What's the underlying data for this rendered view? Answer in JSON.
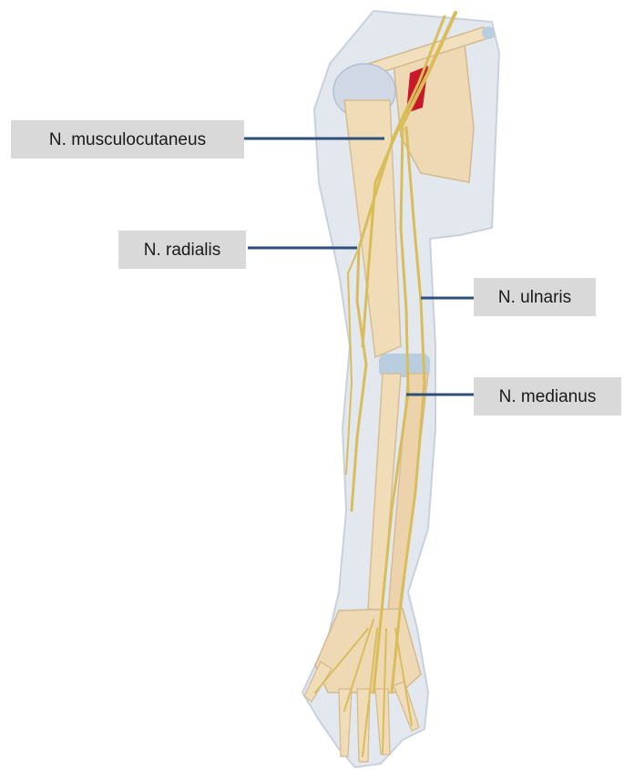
{
  "labels": {
    "musculocutaneus": "N. musculocutaneus",
    "radialis": "N. radialis",
    "ulnaris": "N. ulnaris",
    "medianus": "N. medianus"
  },
  "colors": {
    "skin_outline": "#e3e7ee",
    "bone": "#f1dcb8",
    "nerve": "#d9bd5a",
    "artery": "#c8182a",
    "cartilage": "#b9cde0",
    "leader_line": "#2e4f7c",
    "label_bg": "#d9d9d9"
  }
}
